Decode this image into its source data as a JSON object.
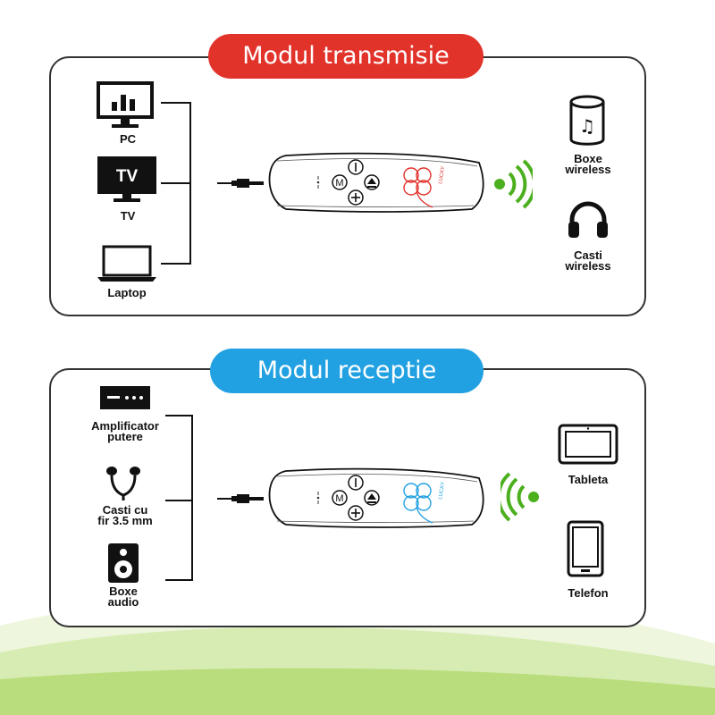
{
  "transmit_mode": {
    "title": "Modul transmisie",
    "accent_color": "#e2332b",
    "sources": [
      {
        "label": "PC",
        "icon": "monitor-icon"
      },
      {
        "label": "TV",
        "icon": "tv-icon"
      },
      {
        "label": "Laptop",
        "icon": "laptop-icon"
      }
    ],
    "targets": [
      {
        "label_line1": "Boxe",
        "label_line2": "wireless",
        "icon": "speaker-icon"
      },
      {
        "label_line1": "Casti",
        "label_line2": "wireless",
        "icon": "headphones-icon"
      }
    ],
    "device_logo_color": "#e2332b",
    "device_brand": "LUCKY"
  },
  "receive_mode": {
    "title": "Modul receptie",
    "accent_color": "#22a1e2",
    "sources": [
      {
        "label_line1": "Amplificator",
        "label_line2": "putere",
        "icon": "amplifier-icon"
      },
      {
        "label_line1": "Casti cu",
        "label_line2": "fir 3.5 mm",
        "icon": "earphones-icon"
      },
      {
        "label_line1": "Boxe",
        "label_line2": "audio",
        "icon": "speaker-box-icon"
      }
    ],
    "targets": [
      {
        "label": "Tableta",
        "icon": "tablet-icon"
      },
      {
        "label": "Telefon",
        "icon": "phone-icon"
      }
    ],
    "device_logo_color": "#22a1e2",
    "device_brand": "LUCKY"
  },
  "signal_color": "#4caf1e",
  "device_buttons": [
    "M",
    "+",
    "⏏",
    "|"
  ]
}
